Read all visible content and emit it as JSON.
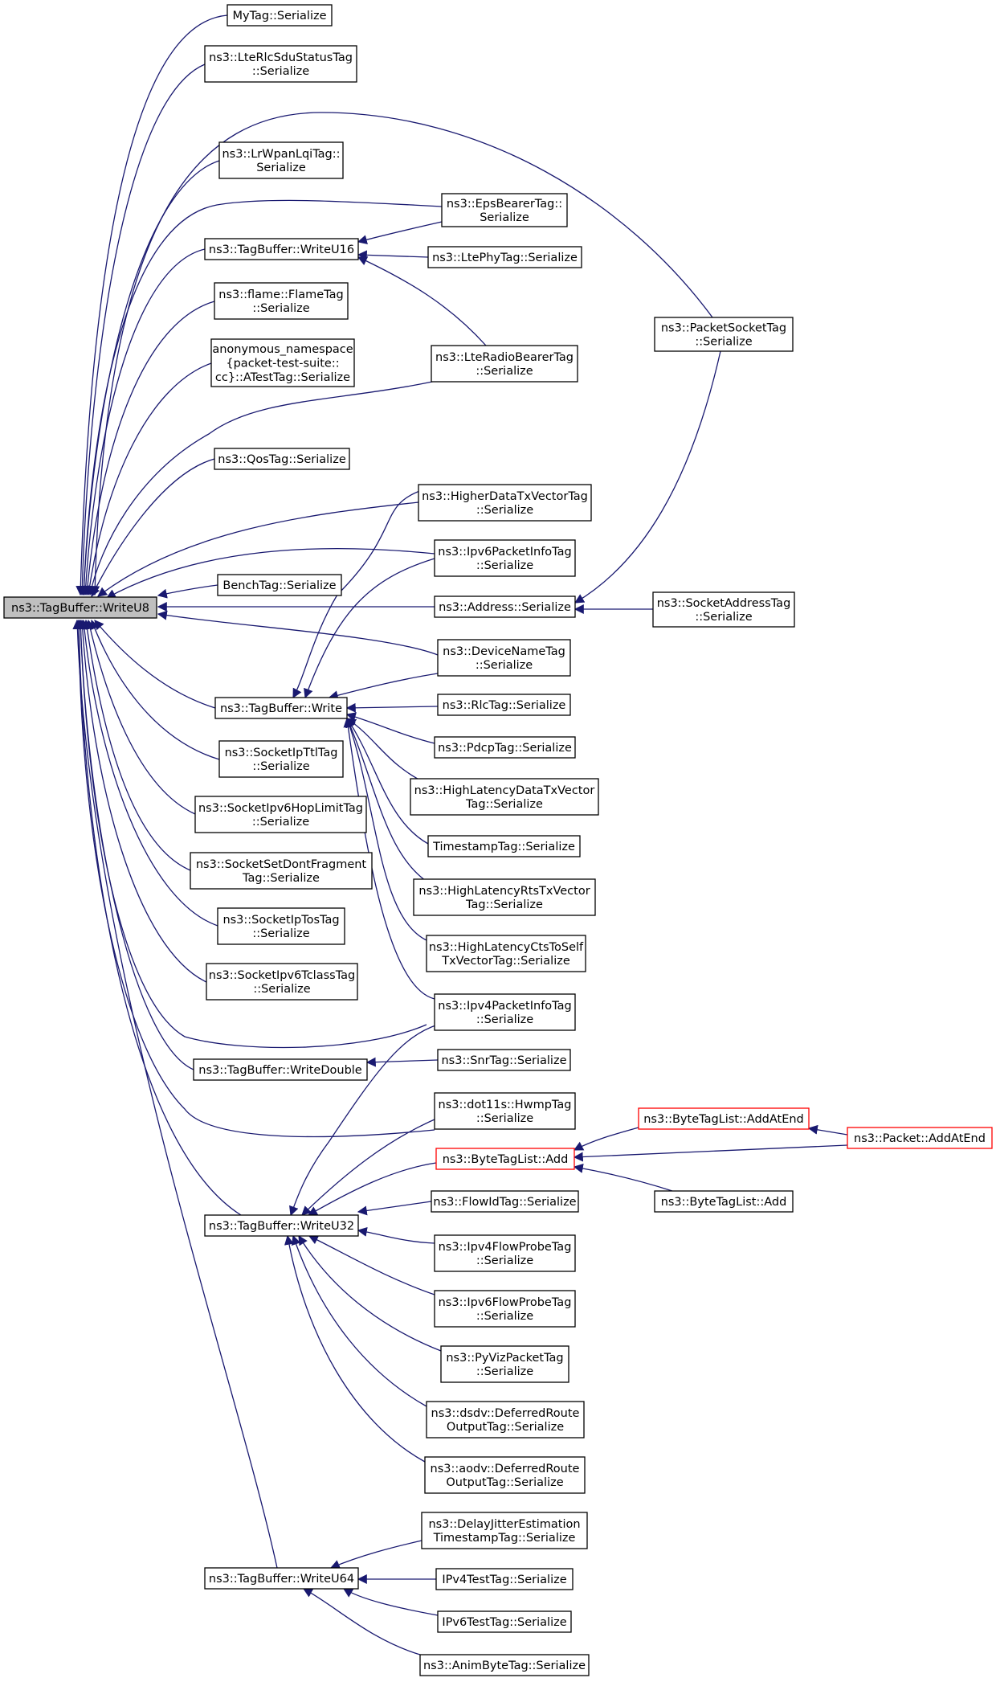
{
  "graph": {
    "nodes": [
      {
        "id": "writeu8",
        "lines": [
          "ns3::TagBuffer::WriteU8"
        ],
        "style": "root"
      },
      {
        "id": "mytag",
        "lines": [
          "MyTag::Serialize"
        ]
      },
      {
        "id": "lterlcsdu",
        "lines": [
          "ns3::LteRlcSduStatusTag",
          "::Serialize"
        ]
      },
      {
        "id": "lrwpan",
        "lines": [
          "ns3::LrWpanLqiTag::",
          "Serialize"
        ]
      },
      {
        "id": "writeu16",
        "lines": [
          "ns3::TagBuffer::WriteU16"
        ]
      },
      {
        "id": "flame",
        "lines": [
          "ns3::flame::FlameTag",
          "::Serialize"
        ]
      },
      {
        "id": "anon",
        "lines": [
          "anonymous_namespace",
          "{packet-test-suite::",
          "cc}::ATestTag::Serialize"
        ]
      },
      {
        "id": "qos",
        "lines": [
          "ns3::QosTag::Serialize"
        ]
      },
      {
        "id": "bench",
        "lines": [
          "BenchTag::Serialize"
        ]
      },
      {
        "id": "write",
        "lines": [
          "ns3::TagBuffer::Write"
        ]
      },
      {
        "id": "socketipttl",
        "lines": [
          "ns3::SocketIpTtlTag",
          "::Serialize"
        ]
      },
      {
        "id": "socketipv6hop",
        "lines": [
          "ns3::SocketIpv6HopLimitTag",
          "::Serialize"
        ]
      },
      {
        "id": "socketsetdont",
        "lines": [
          "ns3::SocketSetDontFragment",
          "Tag::Serialize"
        ]
      },
      {
        "id": "socketiptos",
        "lines": [
          "ns3::SocketIpTosTag",
          "::Serialize"
        ]
      },
      {
        "id": "socketipv6tclass",
        "lines": [
          "ns3::SocketIpv6TclassTag",
          "::Serialize"
        ]
      },
      {
        "id": "writedouble",
        "lines": [
          "ns3::TagBuffer::WriteDouble"
        ]
      },
      {
        "id": "writeu32",
        "lines": [
          "ns3::TagBuffer::WriteU32"
        ]
      },
      {
        "id": "writeu64",
        "lines": [
          "ns3::TagBuffer::WriteU64"
        ]
      },
      {
        "id": "epsbearer",
        "lines": [
          "ns3::EpsBearerTag::",
          "Serialize"
        ]
      },
      {
        "id": "ltephy",
        "lines": [
          "ns3::LtePhyTag::Serialize"
        ]
      },
      {
        "id": "lteradio",
        "lines": [
          "ns3::LteRadioBearerTag",
          "::Serialize"
        ]
      },
      {
        "id": "higherdata",
        "lines": [
          "ns3::HigherDataTxVectorTag",
          "::Serialize"
        ]
      },
      {
        "id": "ipv6pktinfo",
        "lines": [
          "ns3::Ipv6PacketInfoTag",
          "::Serialize"
        ]
      },
      {
        "id": "address",
        "lines": [
          "ns3::Address::Serialize"
        ]
      },
      {
        "id": "devicename",
        "lines": [
          "ns3::DeviceNameTag",
          "::Serialize"
        ]
      },
      {
        "id": "rlctag",
        "lines": [
          "ns3::RlcTag::Serialize"
        ]
      },
      {
        "id": "pdcptag",
        "lines": [
          "ns3::PdcpTag::Serialize"
        ]
      },
      {
        "id": "highlatdata",
        "lines": [
          "ns3::HighLatencyDataTxVector",
          "Tag::Serialize"
        ]
      },
      {
        "id": "timestamp",
        "lines": [
          "TimestampTag::Serialize"
        ]
      },
      {
        "id": "highlatrts",
        "lines": [
          "ns3::HighLatencyRtsTxVector",
          "Tag::Serialize"
        ]
      },
      {
        "id": "highlatcts",
        "lines": [
          "ns3::HighLatencyCtsToSelf",
          "TxVectorTag::Serialize"
        ]
      },
      {
        "id": "ipv4pktinfo",
        "lines": [
          "ns3::Ipv4PacketInfoTag",
          "::Serialize"
        ]
      },
      {
        "id": "snrtag",
        "lines": [
          "ns3::SnrTag::Serialize"
        ]
      },
      {
        "id": "hwmptag",
        "lines": [
          "ns3::dot11s::HwmpTag",
          "::Serialize"
        ]
      },
      {
        "id": "bytetaglistadd",
        "lines": [
          "ns3::ByteTagList::Add"
        ],
        "style": "red"
      },
      {
        "id": "flowid",
        "lines": [
          "ns3::FlowIdTag::Serialize"
        ]
      },
      {
        "id": "ipv4flowprobe",
        "lines": [
          "ns3::Ipv4FlowProbeTag",
          "::Serialize"
        ]
      },
      {
        "id": "ipv6flowprobe",
        "lines": [
          "ns3::Ipv6FlowProbeTag",
          "::Serialize"
        ]
      },
      {
        "id": "pyviz",
        "lines": [
          "ns3::PyVizPacketTag",
          "::Serialize"
        ]
      },
      {
        "id": "dsdv",
        "lines": [
          "ns3::dsdv::DeferredRoute",
          "OutputTag::Serialize"
        ]
      },
      {
        "id": "aodv",
        "lines": [
          "ns3::aodv::DeferredRoute",
          "OutputTag::Serialize"
        ]
      },
      {
        "id": "delayjitter",
        "lines": [
          "ns3::DelayJitterEstimation",
          "TimestampTag::Serialize"
        ]
      },
      {
        "id": "ipv4test",
        "lines": [
          "IPv4TestTag::Serialize"
        ]
      },
      {
        "id": "ipv6test",
        "lines": [
          "IPv6TestTag::Serialize"
        ]
      },
      {
        "id": "animbyte",
        "lines": [
          "ns3::AnimByteTag::Serialize"
        ]
      },
      {
        "id": "packetsocket",
        "lines": [
          "ns3::PacketSocketTag",
          "::Serialize"
        ]
      },
      {
        "id": "socketaddress",
        "lines": [
          "ns3::SocketAddressTag",
          "::Serialize"
        ]
      },
      {
        "id": "bytetaglistaddatend",
        "lines": [
          "ns3::ByteTagList::AddAtEnd"
        ],
        "style": "red"
      },
      {
        "id": "bytetaglistadd2",
        "lines": [
          "ns3::ByteTagList::Add"
        ]
      },
      {
        "id": "packetaddatend",
        "lines": [
          "ns3::Packet::AddAtEnd"
        ],
        "style": "red"
      }
    ],
    "edges": [
      [
        "mytag",
        "writeu8"
      ],
      [
        "lterlcsdu",
        "writeu8"
      ],
      [
        "lrwpan",
        "writeu8"
      ],
      [
        "writeu16",
        "writeu8"
      ],
      [
        "flame",
        "writeu8"
      ],
      [
        "anon",
        "writeu8"
      ],
      [
        "qos",
        "writeu8"
      ],
      [
        "bench",
        "writeu8"
      ],
      [
        "write",
        "writeu8"
      ],
      [
        "socketipttl",
        "writeu8"
      ],
      [
        "socketipv6hop",
        "writeu8"
      ],
      [
        "socketsetdont",
        "writeu8"
      ],
      [
        "socketiptos",
        "writeu8"
      ],
      [
        "socketipv6tclass",
        "writeu8"
      ],
      [
        "writedouble",
        "writeu8"
      ],
      [
        "writeu32",
        "writeu8"
      ],
      [
        "writeu64",
        "writeu8"
      ],
      [
        "packetsocket",
        "writeu8"
      ],
      [
        "epsbearer",
        "writeu8"
      ],
      [
        "lteradio",
        "writeu8"
      ],
      [
        "higherdata",
        "writeu8"
      ],
      [
        "ipv6pktinfo",
        "writeu8"
      ],
      [
        "address",
        "writeu8"
      ],
      [
        "devicename",
        "writeu8"
      ],
      [
        "ipv4pktinfo",
        "writeu8"
      ],
      [
        "hwmptag",
        "writeu8"
      ],
      [
        "epsbearer",
        "writeu16"
      ],
      [
        "ltephy",
        "writeu16"
      ],
      [
        "lteradio",
        "writeu16"
      ],
      [
        "higherdata",
        "write"
      ],
      [
        "ipv6pktinfo",
        "write"
      ],
      [
        "devicename",
        "write"
      ],
      [
        "rlctag",
        "write"
      ],
      [
        "pdcptag",
        "write"
      ],
      [
        "highlatdata",
        "write"
      ],
      [
        "timestamp",
        "write"
      ],
      [
        "highlatrts",
        "write"
      ],
      [
        "highlatcts",
        "write"
      ],
      [
        "ipv4pktinfo",
        "write"
      ],
      [
        "snrtag",
        "writedouble"
      ],
      [
        "ipv4pktinfo",
        "writeu32"
      ],
      [
        "hwmptag",
        "writeu32"
      ],
      [
        "bytetaglistadd",
        "writeu32"
      ],
      [
        "flowid",
        "writeu32"
      ],
      [
        "ipv4flowprobe",
        "writeu32"
      ],
      [
        "ipv6flowprobe",
        "writeu32"
      ],
      [
        "pyviz",
        "writeu32"
      ],
      [
        "dsdv",
        "writeu32"
      ],
      [
        "aodv",
        "writeu32"
      ],
      [
        "delayjitter",
        "writeu64"
      ],
      [
        "ipv4test",
        "writeu64"
      ],
      [
        "ipv6test",
        "writeu64"
      ],
      [
        "animbyte",
        "writeu64"
      ],
      [
        "packetsocket",
        "address"
      ],
      [
        "socketaddress",
        "address"
      ],
      [
        "bytetaglistaddatend",
        "bytetaglistadd"
      ],
      [
        "packetaddatend",
        "bytetaglistadd"
      ],
      [
        "bytetaglistadd2",
        "bytetaglistadd"
      ],
      [
        "packetaddatend",
        "bytetaglistaddatend"
      ]
    ]
  }
}
